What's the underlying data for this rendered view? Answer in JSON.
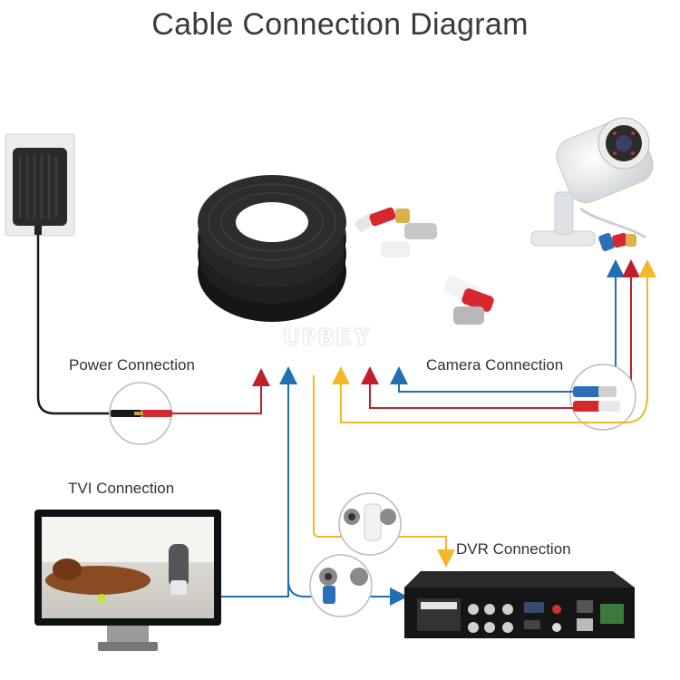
{
  "title": "Cable Connection Diagram",
  "labels": {
    "power": "Power Connection",
    "camera": "Camera Connection",
    "tvi": "TVI Connection",
    "dvr": "DVR Connection"
  },
  "watermark": "UPBEY",
  "colors": {
    "power_wire": "#c0202a",
    "video_wire": "#1f6fb2",
    "audio_wire": "#f2b82a",
    "power_red": "#d22b33",
    "cable": "#1b1b1b"
  }
}
